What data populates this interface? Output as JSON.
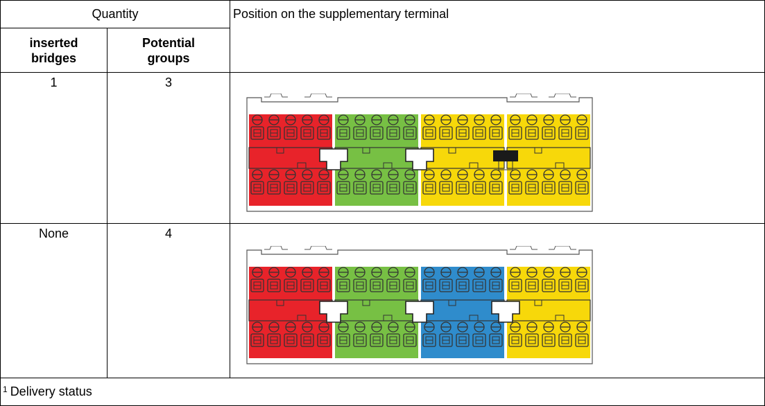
{
  "table": {
    "header_quantity": "Quantity",
    "header_position": "Position on the supplementary terminal",
    "sub_inserted": "inserted bridges",
    "sub_inserted_l1": "inserted",
    "sub_inserted_l2": "bridges",
    "sub_groups_l1": "Potential",
    "sub_groups_l2": "groups",
    "rows": [
      {
        "bridges": "1",
        "groups": "3"
      },
      {
        "bridges": "None",
        "groups": "4"
      }
    ],
    "footnote_mark": "1",
    "footnote_text": "Delivery status"
  },
  "colors": {
    "red": "#e8232a",
    "green": "#77c044",
    "blue": "#2f8ccc",
    "yellow": "#f7d80a",
    "bridge": "#1a1a1a"
  },
  "terminals": [
    {
      "name": "terminal-row-1",
      "groups": [
        "red",
        "green",
        "yellow",
        "yellow"
      ],
      "bridge_filled_after_group": 3
    },
    {
      "name": "terminal-row-2",
      "groups": [
        "red",
        "green",
        "blue",
        "yellow"
      ],
      "bridge_filled_after_group": 0
    }
  ]
}
